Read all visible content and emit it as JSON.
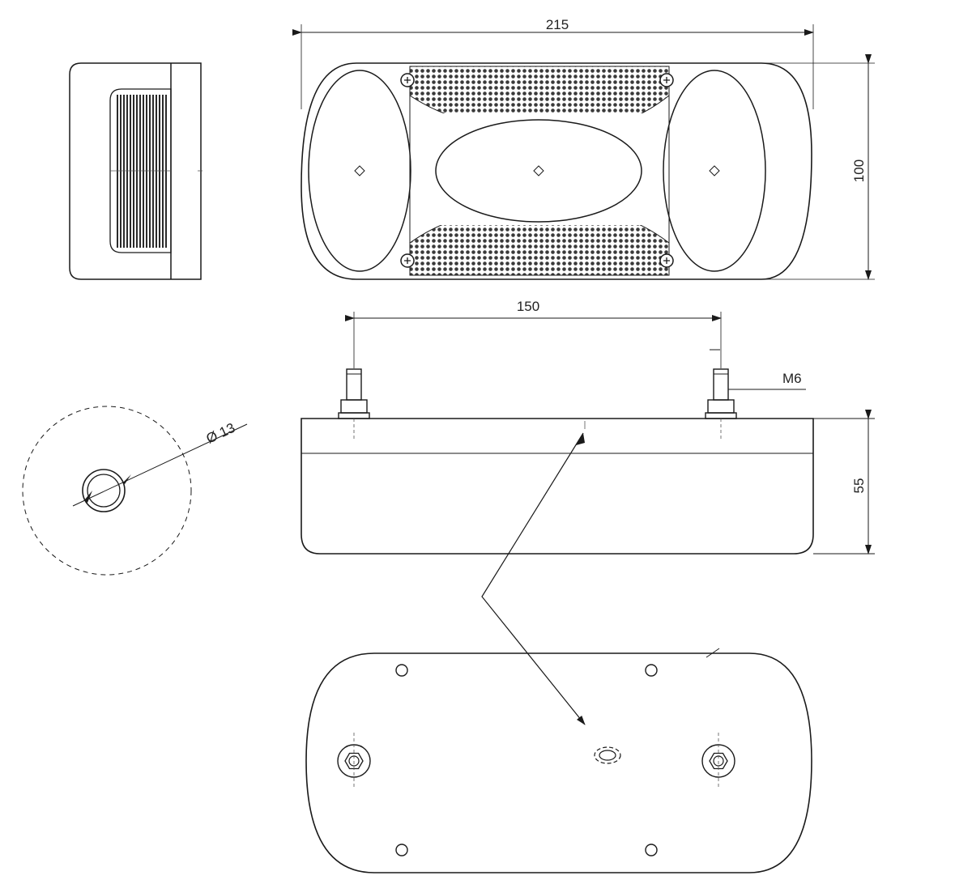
{
  "dimensions": {
    "width_total": "215",
    "height_total": "100",
    "bolt_spacing": "150",
    "bolt_thread": "M6",
    "depth": "55",
    "hole_diameter": "Ø 13"
  }
}
